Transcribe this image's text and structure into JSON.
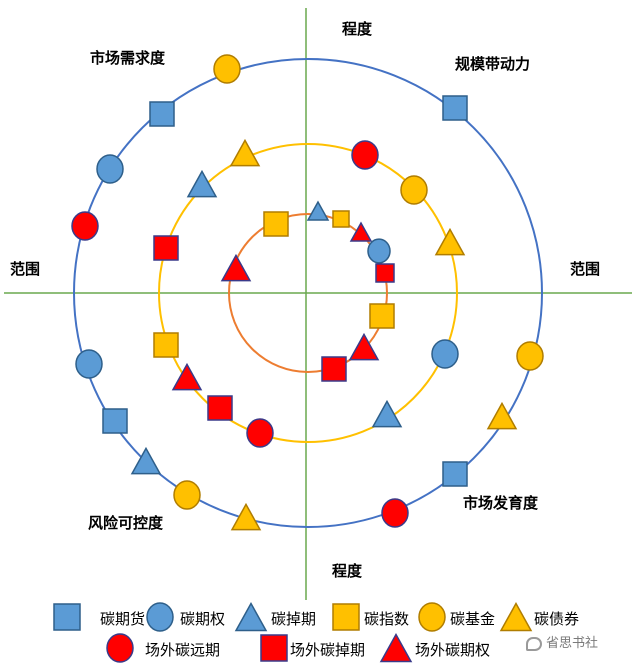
{
  "labels": {
    "top": "程度",
    "bottom": "程度",
    "left": "范围",
    "right": "范围",
    "top_left": "市场需求度",
    "top_right": "规模带动力",
    "bottom_left": "风险可控度",
    "bottom_right": "市场发育度"
  },
  "colors": {
    "axis": "#6aa84f",
    "outer_ring": "#4472c4",
    "middle_ring": "#ffc000",
    "inner_ring": "#ed7d31",
    "blue_fill": "#5b9bd5",
    "blue_stroke": "#2e5f8a",
    "gold_fill": "#ffc000",
    "gold_stroke": "#b07d00",
    "red_fill": "#ff0000",
    "red_stroke": "#3a3a8a"
  },
  "legend": [
    {
      "key": "carbon_futures",
      "shape": "square",
      "color": "blue",
      "label": "碳期货"
    },
    {
      "key": "carbon_options",
      "shape": "circle",
      "color": "blue",
      "label": "碳期权"
    },
    {
      "key": "carbon_swaps",
      "shape": "triangle",
      "color": "blue",
      "label": "碳掉期"
    },
    {
      "key": "carbon_index",
      "shape": "square",
      "color": "gold",
      "label": "碳指数"
    },
    {
      "key": "carbon_fund",
      "shape": "circle",
      "color": "gold",
      "label": "碳基金"
    },
    {
      "key": "carbon_bond",
      "shape": "triangle",
      "color": "gold",
      "label": "碳债券"
    },
    {
      "key": "otc_forward",
      "shape": "circle",
      "color": "red",
      "label": "场外碳远期"
    },
    {
      "key": "otc_swap",
      "shape": "square",
      "color": "red",
      "label": "场外碳掉期"
    },
    {
      "key": "otc_option",
      "shape": "triangle",
      "color": "red",
      "label": "场外碳期权"
    }
  ],
  "watermark": "省思书社"
}
